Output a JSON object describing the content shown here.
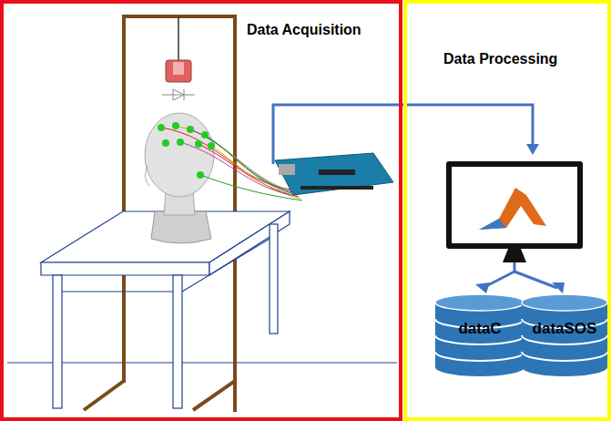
{
  "diagram": {
    "nodes": [
      {
        "text": [
          "Data Acquisition"
        ]
      },
      {
        "text": [
          "Data Processing"
        ]
      },
      {
        "text": [
          "dataC"
        ],
        "in": 1
      },
      {
        "text": [
          "dataSOS"
        ],
        "in": 1
      }
    ]
  }
}
